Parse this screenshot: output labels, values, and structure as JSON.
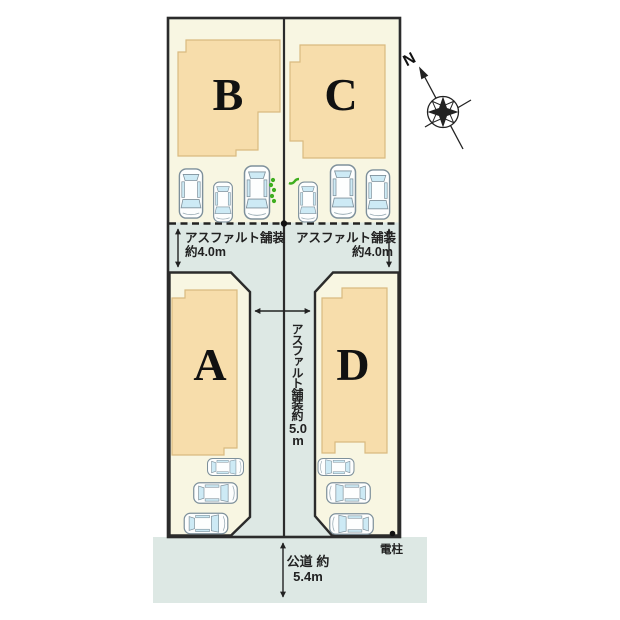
{
  "site_plan": {
    "lots": [
      {
        "id": "A",
        "label": "A"
      },
      {
        "id": "B",
        "label": "B"
      },
      {
        "id": "C",
        "label": "C"
      },
      {
        "id": "D",
        "label": "D"
      }
    ],
    "roads": {
      "middle_left": {
        "line1": "アスファルト舗装",
        "line2": "約4.0m"
      },
      "middle_right": {
        "line1": "アスファルト舗装",
        "line2": "約4.0m"
      },
      "center": {
        "vertical_label": "アスファルト舗装約",
        "value": "5.0",
        "unit": "m"
      },
      "bottom": {
        "line1": "公道",
        "line2": "約5.4m"
      }
    },
    "annotations": {
      "utility_pole": "電柱",
      "compass_north": "N"
    },
    "colors": {
      "lot_fill": "#f8f6e2",
      "building_fill": "#f7ddab",
      "building_outline": "#d9ba80",
      "road_fill": "#dde8e4",
      "outline": "#2b2b2b",
      "car_window": "#cdeaf5",
      "plant_green": "#3fae1f"
    }
  }
}
